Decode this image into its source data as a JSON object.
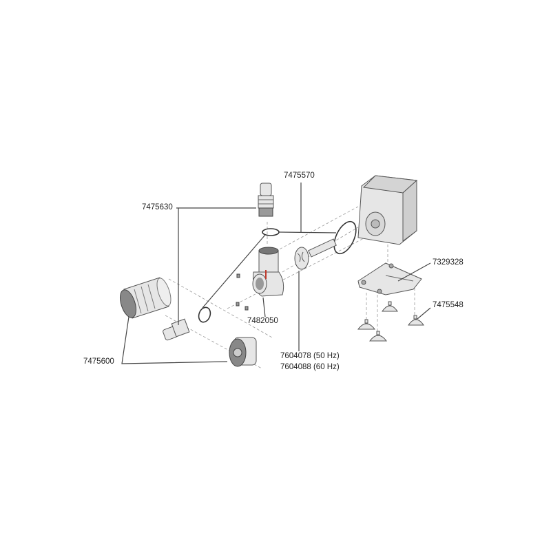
{
  "diagram": {
    "labels": {
      "outlet_fitting_set": "7475570",
      "hose_fittings": "7475630",
      "base_plate": "7329328",
      "suction_cups": "7475548",
      "pump_housing": "7482050",
      "impeller_50hz": "7604078 (50 Hz)",
      "impeller_60hz": "7604088 (60 Hz)",
      "filter_set": "7475600"
    },
    "colors": {
      "line": "#444444",
      "part_fill": "#e6e6e6",
      "accent_red": "#c0392b"
    }
  }
}
